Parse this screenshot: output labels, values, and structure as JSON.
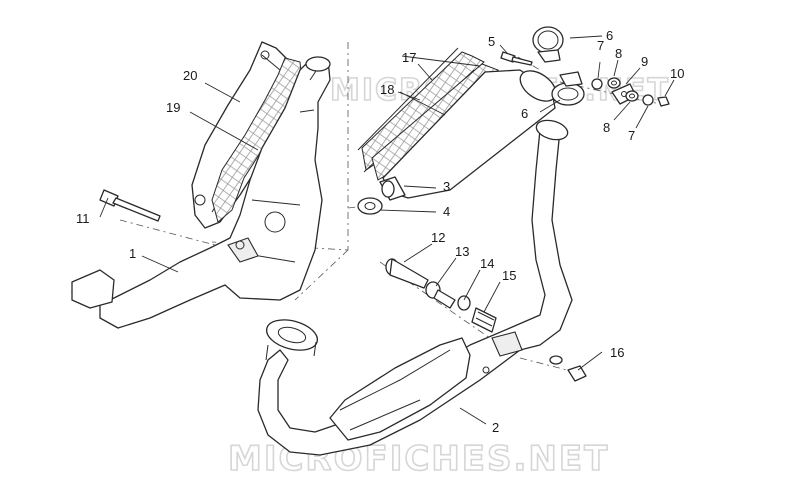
{
  "watermarks": {
    "top": "MICROFICHES.NET",
    "bottom": "MICROFICHES.NET"
  },
  "callouts": [
    {
      "id": "c1",
      "label": "1"
    },
    {
      "id": "c2",
      "label": "2"
    },
    {
      "id": "c3",
      "label": "3"
    },
    {
      "id": "c4",
      "label": "4"
    },
    {
      "id": "c5",
      "label": "5"
    },
    {
      "id": "c6a",
      "label": "6"
    },
    {
      "id": "c6b",
      "label": "6"
    },
    {
      "id": "c7a",
      "label": "7"
    },
    {
      "id": "c7b",
      "label": "7"
    },
    {
      "id": "c8a",
      "label": "8"
    },
    {
      "id": "c8b",
      "label": "8"
    },
    {
      "id": "c9",
      "label": "9"
    },
    {
      "id": "c10",
      "label": "10"
    },
    {
      "id": "c11",
      "label": "11"
    },
    {
      "id": "c12",
      "label": "12"
    },
    {
      "id": "c13",
      "label": "13"
    },
    {
      "id": "c14",
      "label": "14"
    },
    {
      "id": "c15",
      "label": "15"
    },
    {
      "id": "c16",
      "label": "16"
    },
    {
      "id": "c17",
      "label": "17"
    },
    {
      "id": "c18",
      "label": "18"
    },
    {
      "id": "c19",
      "label": "19"
    },
    {
      "id": "c20",
      "label": "20"
    }
  ]
}
